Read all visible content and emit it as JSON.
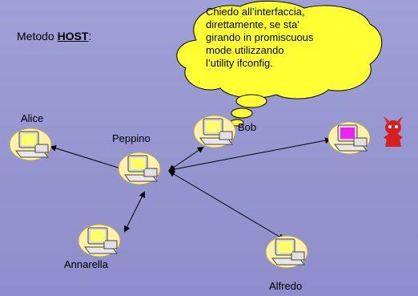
{
  "title_prefix": "Metodo ",
  "title_method": "HOST",
  "title_suffix": ":",
  "callout_text": [
    "Chiedo all’interfaccia,",
    "direttamente, se sta'",
    "girando in promiscuous",
    "mode utilizzando",
    "l’utility ifconfig."
  ],
  "nodes": {
    "alice": "Alice",
    "peppino": "Peppino",
    "bob": "Bob",
    "annarella": "Annarella",
    "alfredo": "Alfredo"
  },
  "colors": {
    "background": "#9596d0",
    "callout_fill": "#ffff33",
    "screen_normal": "#ffff66",
    "screen_sniffer": "#ee22ee",
    "cloud": "#fff1a8"
  },
  "icons": [
    "computer-icon",
    "daemon-icon"
  ]
}
